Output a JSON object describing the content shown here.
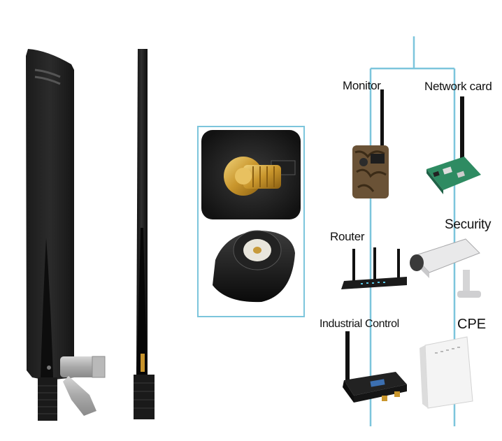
{
  "accent_color": "#7cc5dc",
  "labels": {
    "monitor": "Monitor",
    "network_card": "Network card",
    "security": "Security",
    "router": "Router",
    "industrial_control": "Industrial Control",
    "cpe": "CPE"
  }
}
